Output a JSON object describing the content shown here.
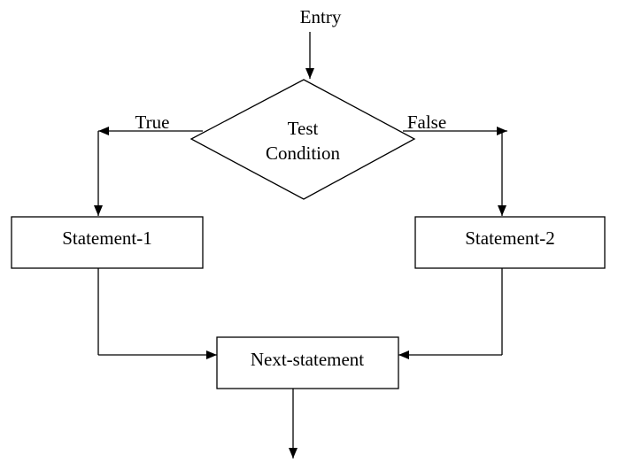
{
  "diagram": {
    "entry": "Entry",
    "condition": {
      "line1": "Test",
      "line2": "Condition"
    },
    "true_label": "True",
    "false_label": "False",
    "statement1": "Statement-1",
    "statement2": "Statement-2",
    "next_statement": "Next-statement"
  }
}
